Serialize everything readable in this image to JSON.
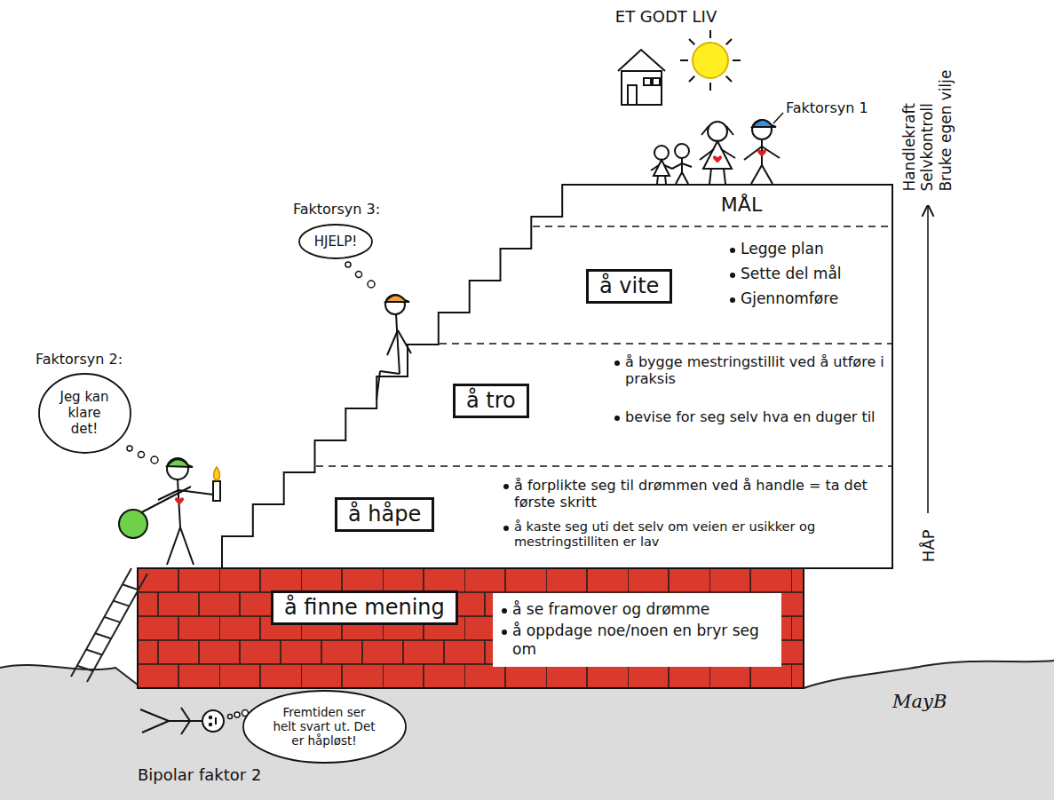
{
  "diagram": {
    "nodes": [
      {
        "text": [
          "HJELP!"
        ]
      },
      {
        "text": [
          "å vite"
        ]
      },
      {
        "text": [
          "Jeg kan klare det!"
        ]
      },
      {
        "text": [
          "å tro"
        ]
      },
      {
        "text": [
          "å håpe"
        ]
      },
      {
        "text": [
          "å finne mening"
        ]
      },
      {
        "text": [
          "å se framover og drømme",
          "å oppdage noe/noen en bryr seg om"
        ]
      },
      {
        "text": [
          "Fremtiden ser helt svart ut. Det er håpløst!"
        ]
      }
    ],
    "labels": [
      "ET GODT LIV",
      "Faktorsyn 1",
      "Handlekraft Selvkontroll Bruke egen vilje",
      "MÅL",
      "Faktorsyn 3:",
      "Legge plan",
      "Sette del mål",
      "Gjennomføre",
      "Faktorsyn 2:",
      "å bygge mestringstillit ved å utføre i praksis",
      "bevise for seg selv hva en duger til",
      "å forplikte seg til drømmen ved å handle = ta det første skritt",
      "å kaste seg uti det selv om veien er usikker og mestringstilliten er lav",
      "HÅP",
      "Bipolar faktor 2",
      "MayB"
    ]
  }
}
